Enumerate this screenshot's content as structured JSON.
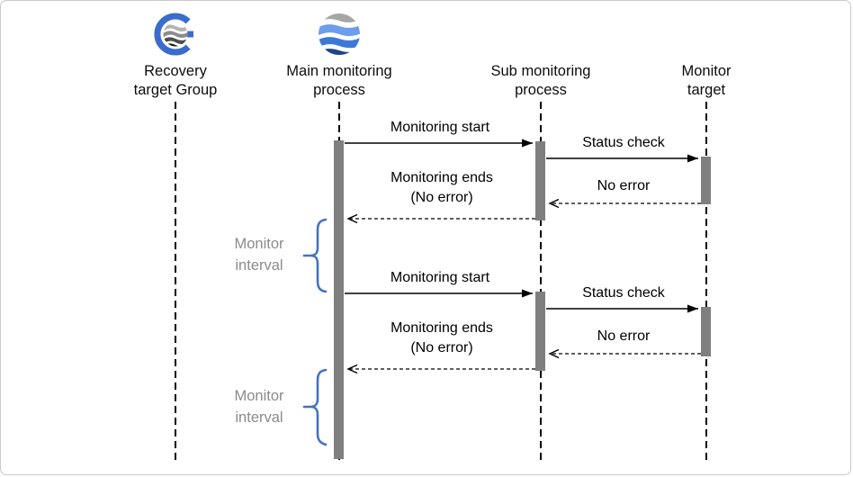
{
  "diagram_type": "sequence-diagram",
  "colors": {
    "activation_bar": "#7f7f7f",
    "brace": "#4472c4",
    "interval_text": "#8c8c8c",
    "lifeline": "#000000",
    "frame_border": "#c9c9c9",
    "icon_blue_ring": "#3a6ccc",
    "icon_wave_gray": "#a6a6a6",
    "icon_wave_light_blue": "#6d9eeb",
    "icon_wave_blue": "#3c78d8",
    "icon_wave_dark_blue": "#1c4587"
  },
  "icons": {
    "recovery_group": "g-wave-globe-icon",
    "main_process": "wave-globe-icon"
  },
  "lifelines": [
    {
      "label": "Recovery\ntarget Group"
    },
    {
      "label": "Main monitoring\nprocess"
    },
    {
      "label": "Sub monitoring\nprocess"
    },
    {
      "label": "Monitor\ntarget"
    }
  ],
  "messages": {
    "round1": {
      "monitoring_start": "Monitoring start",
      "status_check": "Status check",
      "no_error": "No error",
      "monitoring_ends": "Monitoring ends\n(No error)"
    },
    "round2": {
      "monitoring_start": "Monitoring start",
      "status_check": "Status check",
      "no_error": "No error",
      "monitoring_ends": "Monitoring ends\n(No error)"
    }
  },
  "intervals": [
    {
      "label": "Monitor\ninterval"
    },
    {
      "label": "Monitor\ninterval"
    }
  ]
}
